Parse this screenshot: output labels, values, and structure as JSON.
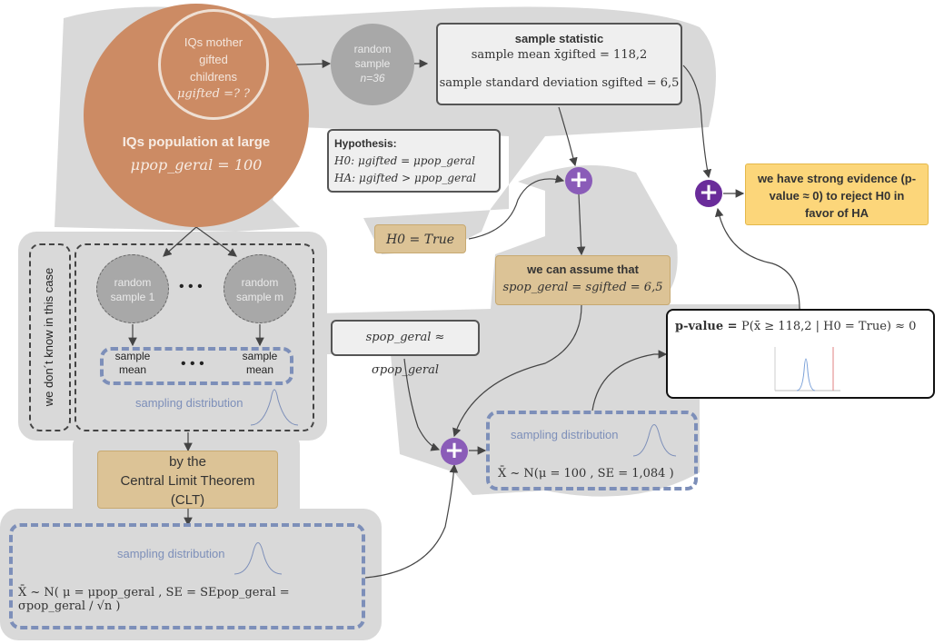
{
  "population": {
    "inner_label_line1": "IQs mother",
    "inner_label_line2": "gifted",
    "inner_label_line3": "childrens",
    "inner_param": "μgifted =? ?",
    "title": "IQs population at large",
    "param": "μpop_geral  = 100"
  },
  "random_sample_top": {
    "line1": "random",
    "line2": "sample",
    "line3": "n=36"
  },
  "sample_statistic": {
    "title": "sample statistic",
    "mean_line": "sample mean  x̄gifted  = 118,2",
    "sd_line": "sample standard deviation  sgifted  = 6,5"
  },
  "hypothesis": {
    "title": "Hypothesis:",
    "h0": "H0:   μgifted = μpop_geral",
    "ha": "HA:   μgifted > μpop_geral"
  },
  "h0_true": "H0 = True",
  "assume": {
    "title": "we can assume that",
    "eq": "spop_geral = sgifted  = 6,5"
  },
  "s_approx": "spop_geral ≈ σpop_geral",
  "conclusion": "we have strong evidence (p-value ≈ 0) to reject H0 in favor of HA",
  "pvalue": {
    "label": "p-value =",
    "expr": "P(x̄ ≥ 118,2 | H0 = True) ≈ 0"
  },
  "unknown_label": "we don´t know in this case",
  "random_sample_1": {
    "line1": "random",
    "line2": "sample 1"
  },
  "random_sample_m": {
    "line1": "random",
    "line2": "sample m"
  },
  "dots": "• • •",
  "sample_mean": {
    "line1": "sample",
    "line2": "mean"
  },
  "sampling_distribution_label": "sampling distribution",
  "clt": {
    "line1": "by the",
    "line2": "Central Limit Theorem",
    "line3": "(CLT)"
  },
  "general_formula": "X̄ ~ N( μ = μpop_geral , SE = SEpop_geral = σpop_geral / √n )",
  "specific_formula": "X̄ ~ N(μ = 100 , SE = 1,084 )",
  "colors": {
    "plus": "#8a5cb8",
    "plus_dark": "#6a2c9a",
    "tan": "#dcc396",
    "yellow": "#fcd67a",
    "blue_dash": "#7d8fb9",
    "orange": "#cc8b64"
  }
}
